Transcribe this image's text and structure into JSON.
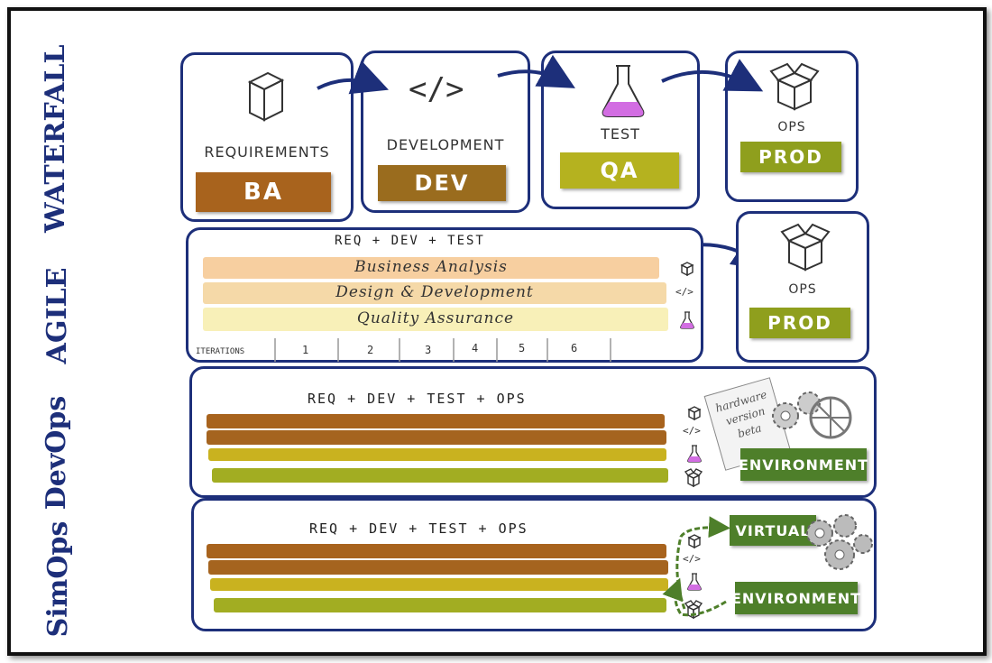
{
  "waterfall": {
    "label": "WATERFALL",
    "stages": [
      {
        "title": "REQUIREMENTS",
        "tag": "BA",
        "icon": "box-icon",
        "color": "#a8631d"
      },
      {
        "title": "DEVELOPMENT",
        "tag": "DEV",
        "icon": "code-icon",
        "color": "#9a6c1e"
      },
      {
        "title": "TEST",
        "tag": "QA",
        "icon": "flask-icon",
        "color": "#b5b21f"
      },
      {
        "title": "OPS",
        "tag": "PROD",
        "icon": "open-box-icon",
        "color": "#8f9f1d"
      }
    ]
  },
  "agile": {
    "label": "AGILE",
    "header": "REQ + DEV + TEST",
    "bands": [
      "Business Analysis",
      "Design & Development",
      "Quality Assurance"
    ],
    "iterations_label": "ITERATIONS",
    "iterations": [
      "1",
      "2",
      "3",
      "4",
      "5",
      "6"
    ],
    "ops_title": "OPS",
    "ops_tag": "PROD"
  },
  "devops": {
    "label": "DevOps",
    "header": "REQ + DEV + TEST + OPS",
    "note": [
      "hardware",
      "version",
      "beta"
    ],
    "env_tag": "ENVIRONMENT"
  },
  "simops": {
    "label": "SimOps",
    "header": "REQ + DEV + TEST + OPS",
    "virtual_tag": "VIRTUAL",
    "env_tag": "ENVIRONMENT"
  },
  "colors": {
    "outline": "#1d2f7a",
    "ba_band": "#f7cfa0",
    "dev_band": "#f5d9a8",
    "qa_band": "#f8f0b8",
    "devops_brown": "#a8631d",
    "devops_gold": "#c9b21f",
    "devops_green": "#a2ad22",
    "env_green": "#4e7f2a"
  }
}
